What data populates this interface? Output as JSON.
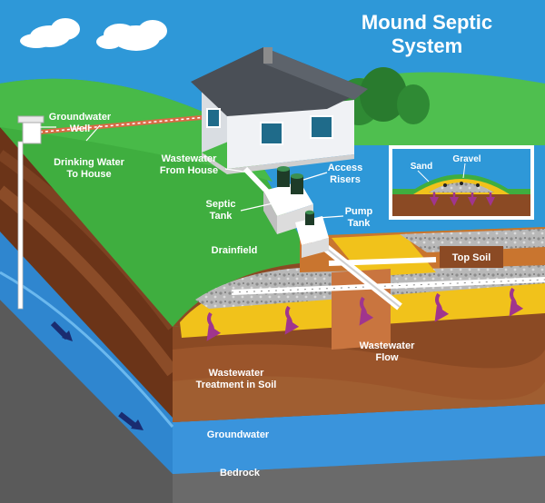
{
  "title": {
    "line1": "Mound Septic",
    "line2": "System"
  },
  "labels": {
    "groundwater_well": [
      "Groundwater",
      "Well"
    ],
    "drinking_water": [
      "Drinking Water",
      "To House"
    ],
    "wastewater_from_house": [
      "Wastewater",
      "From House"
    ],
    "access_risers": [
      "Access",
      "Risers"
    ],
    "septic_tank": [
      "Septic",
      "Tank"
    ],
    "pump_tank": [
      "Pump",
      "Tank"
    ],
    "drainfield": "Drainfield",
    "top_soil": "Top Soil",
    "wastewater_flow": [
      "Wastewater",
      "Flow"
    ],
    "treatment": [
      "Wastewater",
      "Treatment in Soil"
    ],
    "groundwater": "Groundwater",
    "bedrock": "Bedrock"
  },
  "inset": {
    "sand": "Sand",
    "gravel": "Gravel"
  },
  "colors": {
    "sky": "#2e98d8",
    "grass": "#3fae3f",
    "soil": "#8b4a24",
    "sand": "#f1c21b",
    "groundwater": "#2f86cf",
    "bedrock": "#5a5a5a",
    "arrow": "#a0358e"
  }
}
